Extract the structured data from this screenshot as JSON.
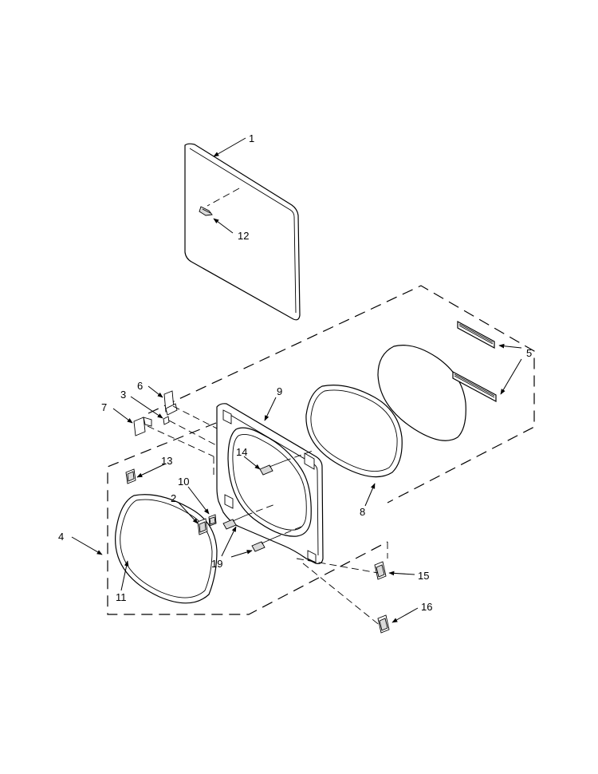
{
  "callouts": [
    {
      "id": "1",
      "text": "1"
    },
    {
      "id": "2",
      "text": "2"
    },
    {
      "id": "3",
      "text": "3"
    },
    {
      "id": "4",
      "text": "4"
    },
    {
      "id": "5",
      "text": "5"
    },
    {
      "id": "6",
      "text": "6"
    },
    {
      "id": "7",
      "text": "7"
    },
    {
      "id": "8",
      "text": "8"
    },
    {
      "id": "9",
      "text": "9"
    },
    {
      "id": "10",
      "text": "10"
    },
    {
      "id": "11",
      "text": "11"
    },
    {
      "id": "12",
      "text": "12"
    },
    {
      "id": "13",
      "text": "13"
    },
    {
      "id": "14",
      "text": "14"
    },
    {
      "id": "15",
      "text": "15"
    },
    {
      "id": "16",
      "text": "16"
    },
    {
      "id": "19",
      "text": "19"
    }
  ]
}
